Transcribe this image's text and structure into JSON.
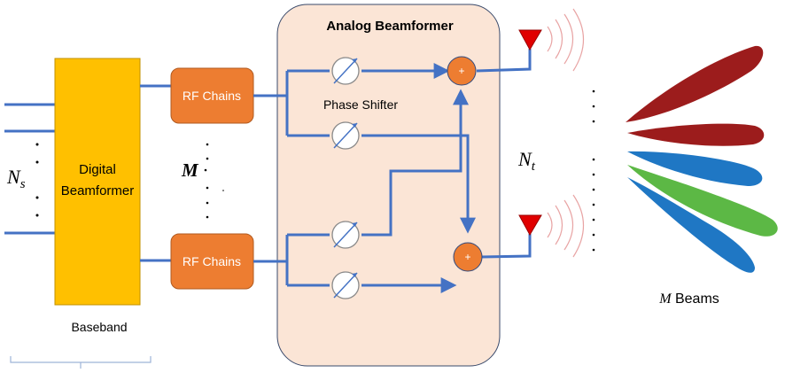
{
  "labels": {
    "digital_line1": "Digital",
    "digital_line2": "Beamformer",
    "baseband": "Baseband",
    "rf_chain_top": "RF Chains",
    "rf_chain_bottom": "RF Chains",
    "analog_title": "Analog Beamformer",
    "phase_shifter": "Phase Shifter",
    "adder_top": "+",
    "adder_bottom": "+",
    "ns_base": "N",
    "ns_sub": "s",
    "m_label": "M",
    "nt_base": "N",
    "nt_sub": "t",
    "beams_symbol": "M",
    "beams_text": " Beams"
  },
  "colors": {
    "digital_fill": "#ffc000",
    "rf_fill": "#ed7d31",
    "analog_bg": "#fbe5d6",
    "wire": "#4472c4",
    "antenna": "#e00000",
    "wave": "#e8a3a3",
    "beam_darkred": "#9c1c1c",
    "beam_blue": "#1f77c4",
    "beam_green": "#5cb845",
    "text": "#000000"
  },
  "beams": [
    {
      "name": "beam-1",
      "color": "beam_darkred"
    },
    {
      "name": "beam-2",
      "color": "beam_darkred"
    },
    {
      "name": "beam-3",
      "color": "beam_blue"
    },
    {
      "name": "beam-4",
      "color": "beam_green"
    },
    {
      "name": "beam-5",
      "color": "beam_blue"
    }
  ]
}
